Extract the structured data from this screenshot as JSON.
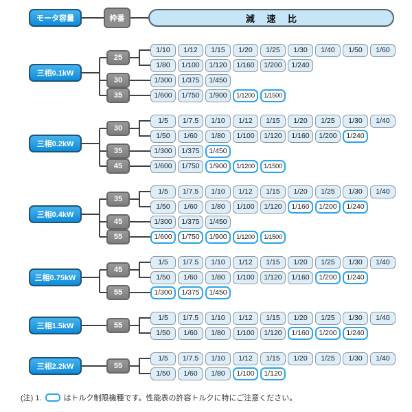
{
  "header": {
    "motor_capacity_label": "モータ容量",
    "frame_label": "枠番",
    "ratio_label": "減 速 比"
  },
  "colors": {
    "motor_box_fill": "#1f9ce2",
    "motor_box_border": "#1b5379",
    "frame_box_fill": "#8d8d8d",
    "ratio_box_fill": "#ddeef9",
    "ratio_box_border": "#8a98a0",
    "torque_limited_border": "#29a4e9",
    "header_ratio_fill": "#c6e6f8",
    "connector_line": "#3f3f3f"
  },
  "groups": [
    {
      "motor": "三相0.1kW",
      "branches": [
        {
          "frame": "25",
          "rows": [
            {
              "cells": [
                {
                  "label": "1/10",
                  "limited": false
                },
                {
                  "label": "1/12",
                  "limited": false
                },
                {
                  "label": "1/15",
                  "limited": false
                },
                {
                  "label": "1/20",
                  "limited": false
                },
                {
                  "label": "1/25",
                  "limited": false
                },
                {
                  "label": "1/30",
                  "limited": false
                },
                {
                  "label": "1/40",
                  "limited": false
                },
                {
                  "label": "1/50",
                  "limited": false
                },
                {
                  "label": "1/60",
                  "limited": false
                }
              ]
            },
            {
              "cells": [
                {
                  "label": "1/80",
                  "limited": false
                },
                {
                  "label": "1/100",
                  "limited": false
                },
                {
                  "label": "1/120",
                  "limited": false
                },
                {
                  "label": "1/160",
                  "limited": false
                },
                {
                  "label": "1/200",
                  "limited": false
                },
                {
                  "label": "1/240",
                  "limited": false
                }
              ]
            }
          ]
        },
        {
          "frame": "30",
          "rows": [
            {
              "cells": [
                {
                  "label": "1/300",
                  "limited": false
                },
                {
                  "label": "1/375",
                  "limited": false
                },
                {
                  "label": "1/450",
                  "limited": false
                }
              ]
            }
          ]
        },
        {
          "frame": "35",
          "rows": [
            {
              "cells": [
                {
                  "label": "1/600",
                  "limited": false
                },
                {
                  "label": "1/750",
                  "limited": false
                },
                {
                  "label": "1/900",
                  "limited": false
                },
                {
                  "label": "1/1200",
                  "limited": true
                },
                {
                  "label": "1/1500",
                  "limited": true
                }
              ]
            }
          ]
        }
      ]
    },
    {
      "motor": "三相0.2kW",
      "branches": [
        {
          "frame": "30",
          "rows": [
            {
              "cells": [
                {
                  "label": "1/5",
                  "limited": false
                },
                {
                  "label": "1/7.5",
                  "limited": false
                },
                {
                  "label": "1/10",
                  "limited": false
                },
                {
                  "label": "1/12",
                  "limited": false
                },
                {
                  "label": "1/15",
                  "limited": false
                },
                {
                  "label": "1/20",
                  "limited": false
                },
                {
                  "label": "1/25",
                  "limited": false
                },
                {
                  "label": "1/30",
                  "limited": false
                },
                {
                  "label": "1/40",
                  "limited": false
                }
              ]
            },
            {
              "cells": [
                {
                  "label": "1/50",
                  "limited": false
                },
                {
                  "label": "1/60",
                  "limited": false
                },
                {
                  "label": "1/80",
                  "limited": false
                },
                {
                  "label": "1/100",
                  "limited": false
                },
                {
                  "label": "1/120",
                  "limited": false
                },
                {
                  "label": "1/160",
                  "limited": false
                },
                {
                  "label": "1/200",
                  "limited": false
                },
                {
                  "label": "1/240",
                  "limited": true
                }
              ]
            }
          ]
        },
        {
          "frame": "35",
          "rows": [
            {
              "cells": [
                {
                  "label": "1/300",
                  "limited": false
                },
                {
                  "label": "1/375",
                  "limited": false
                },
                {
                  "label": "1/450",
                  "limited": true
                }
              ]
            }
          ]
        },
        {
          "frame": "45",
          "rows": [
            {
              "cells": [
                {
                  "label": "1/600",
                  "limited": false
                },
                {
                  "label": "1/750",
                  "limited": false
                },
                {
                  "label": "1/900",
                  "limited": true
                },
                {
                  "label": "1/1200",
                  "limited": true
                },
                {
                  "label": "1/1500",
                  "limited": true
                }
              ]
            }
          ]
        }
      ]
    },
    {
      "motor": "三相0.4kW",
      "branches": [
        {
          "frame": "35",
          "rows": [
            {
              "cells": [
                {
                  "label": "1/5",
                  "limited": false
                },
                {
                  "label": "1/7.5",
                  "limited": false
                },
                {
                  "label": "1/10",
                  "limited": false
                },
                {
                  "label": "1/12",
                  "limited": false
                },
                {
                  "label": "1/15",
                  "limited": false
                },
                {
                  "label": "1/20",
                  "limited": false
                },
                {
                  "label": "1/25",
                  "limited": false
                },
                {
                  "label": "1/30",
                  "limited": false
                },
                {
                  "label": "1/40",
                  "limited": false
                }
              ]
            },
            {
              "cells": [
                {
                  "label": "1/50",
                  "limited": false
                },
                {
                  "label": "1/60",
                  "limited": false
                },
                {
                  "label": "1/80",
                  "limited": false
                },
                {
                  "label": "1/100",
                  "limited": false
                },
                {
                  "label": "1/120",
                  "limited": false
                },
                {
                  "label": "1/160",
                  "limited": true
                },
                {
                  "label": "1/200",
                  "limited": true
                },
                {
                  "label": "1/240",
                  "limited": true
                }
              ]
            }
          ]
        },
        {
          "frame": "45",
          "rows": [
            {
              "cells": [
                {
                  "label": "1/300",
                  "limited": false
                },
                {
                  "label": "1/375",
                  "limited": false
                },
                {
                  "label": "1/450",
                  "limited": false
                }
              ]
            }
          ]
        },
        {
          "frame": "55",
          "rows": [
            {
              "cells": [
                {
                  "label": "1/600",
                  "limited": true
                },
                {
                  "label": "1/750",
                  "limited": true
                },
                {
                  "label": "1/900",
                  "limited": true
                },
                {
                  "label": "1/1200",
                  "limited": true
                },
                {
                  "label": "1/1500",
                  "limited": true
                }
              ]
            }
          ]
        }
      ]
    },
    {
      "motor": "三相0.75kW",
      "branches": [
        {
          "frame": "45",
          "rows": [
            {
              "cells": [
                {
                  "label": "1/5",
                  "limited": false
                },
                {
                  "label": "1/7.5",
                  "limited": false
                },
                {
                  "label": "1/10",
                  "limited": false
                },
                {
                  "label": "1/12",
                  "limited": false
                },
                {
                  "label": "1/15",
                  "limited": false
                },
                {
                  "label": "1/20",
                  "limited": false
                },
                {
                  "label": "1/25",
                  "limited": false
                },
                {
                  "label": "1/30",
                  "limited": false
                },
                {
                  "label": "1/40",
                  "limited": false
                }
              ]
            },
            {
              "cells": [
                {
                  "label": "1/50",
                  "limited": false
                },
                {
                  "label": "1/60",
                  "limited": false
                },
                {
                  "label": "1/80",
                  "limited": false
                },
                {
                  "label": "1/100",
                  "limited": false
                },
                {
                  "label": "1/120",
                  "limited": false
                },
                {
                  "label": "1/160",
                  "limited": false
                },
                {
                  "label": "1/200",
                  "limited": true
                },
                {
                  "label": "1/240",
                  "limited": true
                }
              ]
            }
          ]
        },
        {
          "frame": "55",
          "rows": [
            {
              "cells": [
                {
                  "label": "1/300",
                  "limited": true
                },
                {
                  "label": "1/375",
                  "limited": true
                },
                {
                  "label": "1/450",
                  "limited": true
                }
              ]
            }
          ]
        }
      ]
    },
    {
      "motor": "三相1.5kW",
      "branches": [
        {
          "frame": "55",
          "rows": [
            {
              "cells": [
                {
                  "label": "1/5",
                  "limited": false
                },
                {
                  "label": "1/7.5",
                  "limited": false
                },
                {
                  "label": "1/10",
                  "limited": false
                },
                {
                  "label": "1/12",
                  "limited": false
                },
                {
                  "label": "1/15",
                  "limited": false
                },
                {
                  "label": "1/20",
                  "limited": false
                },
                {
                  "label": "1/25",
                  "limited": false
                },
                {
                  "label": "1/30",
                  "limited": false
                },
                {
                  "label": "1/40",
                  "limited": false
                }
              ]
            },
            {
              "cells": [
                {
                  "label": "1/50",
                  "limited": false
                },
                {
                  "label": "1/60",
                  "limited": false
                },
                {
                  "label": "1/80",
                  "limited": false
                },
                {
                  "label": "1/100",
                  "limited": false
                },
                {
                  "label": "1/120",
                  "limited": false
                },
                {
                  "label": "1/160",
                  "limited": true
                },
                {
                  "label": "1/200",
                  "limited": true
                },
                {
                  "label": "1/240",
                  "limited": true
                }
              ]
            }
          ]
        }
      ]
    },
    {
      "motor": "三相2.2kW",
      "branches": [
        {
          "frame": "55",
          "rows": [
            {
              "cells": [
                {
                  "label": "1/5",
                  "limited": false
                },
                {
                  "label": "1/7.5",
                  "limited": false
                },
                {
                  "label": "1/10",
                  "limited": false
                },
                {
                  "label": "1/12",
                  "limited": false
                },
                {
                  "label": "1/15",
                  "limited": false
                },
                {
                  "label": "1/20",
                  "limited": false
                },
                {
                  "label": "1/25",
                  "limited": false
                },
                {
                  "label": "1/30",
                  "limited": false
                },
                {
                  "label": "1/40",
                  "limited": false
                }
              ]
            },
            {
              "cells": [
                {
                  "label": "1/50",
                  "limited": false
                },
                {
                  "label": "1/60",
                  "limited": false
                },
                {
                  "label": "1/80",
                  "limited": false
                },
                {
                  "label": "1/100",
                  "limited": true
                },
                {
                  "label": "1/120",
                  "limited": true
                }
              ]
            }
          ]
        }
      ]
    }
  ],
  "note": {
    "prefix": "(注) 1.",
    "legend_box": "torque-limited-marker",
    "text": "はトルク制限機種です。性能表の許容トルクに特にご注意ください。"
  }
}
